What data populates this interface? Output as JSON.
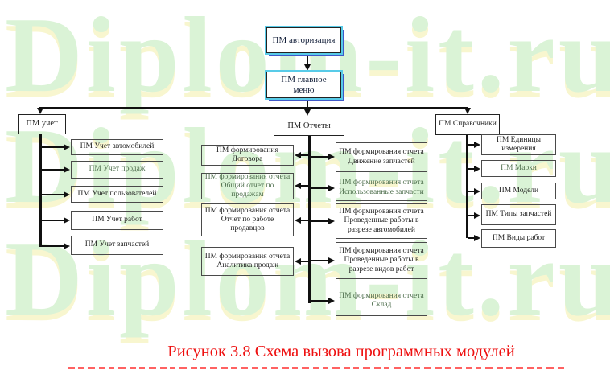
{
  "watermark": {
    "text": "Diplom-it.ru"
  },
  "nodes": {
    "auth": "ПМ авторизация",
    "main_menu": "ПМ главное меню",
    "uchet": {
      "label": "ПМ учет",
      "children": [
        "ПМ Учет автомобилей",
        "ПМ Учет продаж",
        "ПМ Учет пользователей",
        "ПМ Учет работ",
        "ПМ Учет запчастей"
      ]
    },
    "otchety": {
      "label": "ПМ Отчеты",
      "children_left": [
        "ПМ формирования Договора",
        "ПМ формирования отчета Общий отчет по продажам",
        "ПМ формирования отчета Отчет по работе продавцов",
        "ПМ формирования отчета Аналитика продаж"
      ],
      "children_right": [
        "ПМ формирования отчета Движение запчастей",
        "ПМ формирования отчета Использованные запчасти",
        "ПМ формирования отчета Проведенные работы в разрезе автомобилей",
        "ПМ формирования отчета Проведенные работы в разрезе видов работ",
        "ПМ формирования отчета Склад"
      ]
    },
    "spravochniki": {
      "label": "ПМ Справочники",
      "children": [
        "ПМ Единицы измерения",
        "ПМ Марки",
        "ПМ Модели",
        "ПМ Типы запчастей",
        "ПМ Виды работ"
      ]
    }
  },
  "caption": "Рисунок 3.8 Схема вызова программных модулей",
  "colors": {
    "watermark_fill": "#daf3d6",
    "watermark_shadow": "#f3eea8",
    "caption_red": "#ee1010",
    "accent_cyan": "#58cbe8",
    "accent_blue": "#4058c8",
    "connector": "#101010",
    "tinted_text": "#50704f"
  }
}
